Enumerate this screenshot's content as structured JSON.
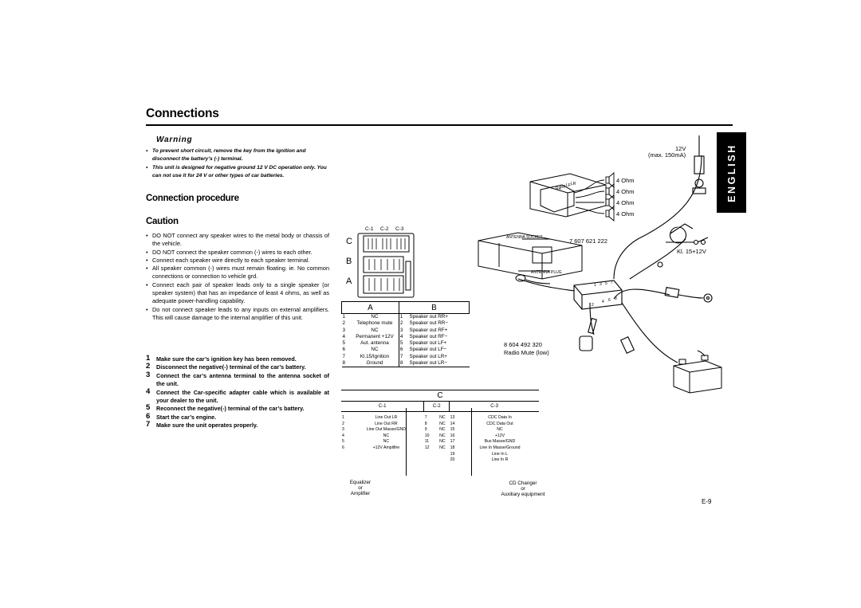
{
  "title": "Connections",
  "language_tab": "ENGLISH",
  "warning": {
    "heading": "Warning",
    "items": [
      "To prevent short circuit, remove the key from the ignition and disconnect the battery’s (-) terminal.",
      "This unit is designed for negative ground 12 V DC operation only. You can not use it for 24 V or other types of car batteries."
    ]
  },
  "connection_procedure_heading": "Connection procedure",
  "caution": {
    "heading": "Caution",
    "items": [
      "DO NOT connect any speaker wires to the metal body or chassis of the vehicle.",
      "DO NOT connect the speaker common (-) wires to each other.",
      "Connect each speaker wire directly to each speaker terminal.",
      "All speaker common (-) wires must remain floating. ie. No common connections or connection to vehicle grd.",
      "Connect each pair of speaker leads only to a single speaker (or speaker system) that has an impedance of least 4 ohms, as well as adequate power-handling capability.",
      "Do not connect speaker leads to any inputs on external amplifiers. This will cause damage to the internal amplifier of this unit."
    ]
  },
  "steps": [
    {
      "num": "1",
      "text": "Make sure the car’s ignition key has been removed."
    },
    {
      "num": "2",
      "text": "Disconnect the negative(-) terminal of the car’s battery."
    },
    {
      "num": "3",
      "text": "Connect the car’s antenna terminal to the antenna socket of the unit."
    },
    {
      "num": "4",
      "text": "Connect the Car-specific adapter cable which is available at your dealer to the unit."
    },
    {
      "num": "5",
      "text": "Reconnect the negative(-) terminal of the car’s battery."
    },
    {
      "num": "6",
      "text": "Start the car’s engine."
    },
    {
      "num": "7",
      "text": "Make sure the unit operates properly."
    }
  ],
  "connector": {
    "top_labels": [
      "C-1",
      "C-2",
      "C-3"
    ],
    "row_labels": [
      "C",
      "B",
      "A"
    ]
  },
  "table_ab": {
    "headers": [
      "A",
      "B"
    ],
    "rows": [
      [
        "1",
        "NC",
        "1",
        "Speaker out RR+"
      ],
      [
        "2",
        "Telephone mute",
        "2",
        "Speaker out RR−"
      ],
      [
        "3",
        "NC",
        "3",
        "Speaker out RF+"
      ],
      [
        "4",
        "Permanent +12V",
        "4",
        "Speaker out RF−"
      ],
      [
        "5",
        "Aut. antenna",
        "5",
        "Speaker out LF+"
      ],
      [
        "6",
        "NC",
        "6",
        "Speaker out LF−"
      ],
      [
        "7",
        "Kl.15/Ignition",
        "7",
        "Speaker out LR+"
      ],
      [
        "8",
        "Ground",
        "8",
        "Speaker out LR−"
      ]
    ]
  },
  "table_c": {
    "header": "C",
    "sub_headers": [
      "C-1",
      "C-2",
      "C-3"
    ],
    "rows": [
      [
        "1",
        "Line Out LR",
        "7",
        "NC",
        "13",
        "CDC Data In"
      ],
      [
        "2",
        "Line Out RR",
        "8",
        "NC",
        "14",
        "CDC Data Out"
      ],
      [
        "3",
        "Line Out Masse/GND",
        "9",
        "NC",
        "15",
        "NC"
      ],
      [
        "4",
        "NC",
        "10",
        "NC",
        "16",
        "+12V"
      ],
      [
        "5",
        "NC",
        "11",
        "NC",
        "17",
        "Bus Masse/GND"
      ],
      [
        "6",
        "+12V Amplifire",
        "12",
        "NC",
        "18",
        "Line In Masse/Ground"
      ],
      [
        "",
        "",
        "",
        "",
        "19",
        "Line In L"
      ],
      [
        "",
        "",
        "",
        "",
        "20",
        "Line In R"
      ]
    ],
    "footer_left": [
      "Equalizer",
      "or",
      "Amplifier"
    ],
    "footer_right": [
      "CD Changer",
      "or",
      "Auxiliary equipment"
    ]
  },
  "wiring": {
    "power_label": "12V",
    "power_sub": "(max. 150mA)",
    "speakers": [
      "4 Ohm",
      "4 Ohm",
      "4 Ohm",
      "4 Ohm"
    ],
    "speaker_tags": [
      "RR",
      "RF",
      "LF",
      "LR"
    ],
    "antenna_socket": "ANTENNA SOCKET",
    "antenna_plug": "ANTENNA PLUG",
    "part_number_1": "7 607 621 222",
    "ignition_label": "Kl. 15+12V",
    "part_number_2": "8 604 492 320",
    "radio_mute": "Radio Mute (low)",
    "plug_pins_top": [
      "1",
      "3",
      "5",
      "7"
    ],
    "plug_pins_bottom": [
      "2",
      "4",
      "6",
      "8"
    ]
  },
  "page_number": "E-9"
}
